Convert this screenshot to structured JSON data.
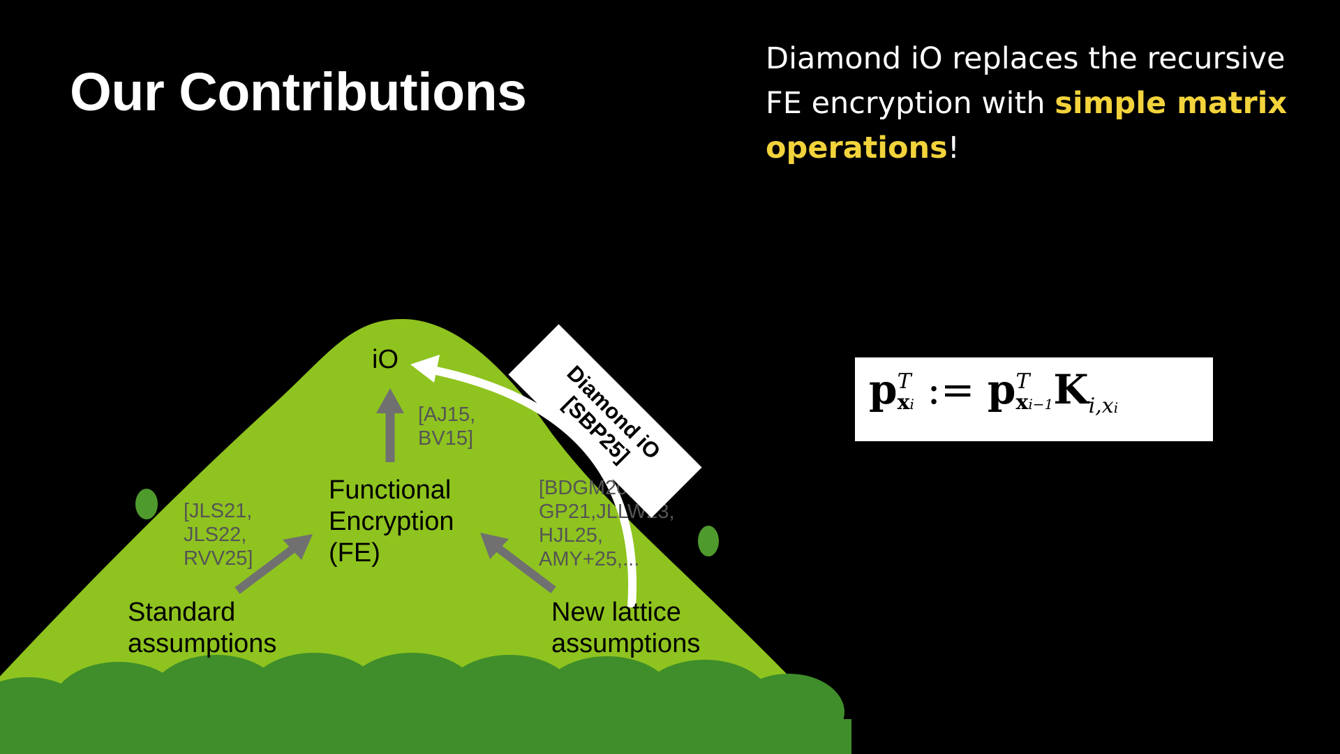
{
  "slide": {
    "title": "Our Contributions",
    "blurb": {
      "line_part1": "Diamond iO replaces the recursive FE encryption with ",
      "highlight": "simple matrix operations",
      "end": "!"
    },
    "colors": {
      "background": "#000000",
      "highlight": "#f2d33b",
      "hill": "#8fc31f",
      "bushes": "#3f8e2b",
      "arrow": "#707070"
    }
  },
  "diagram": {
    "top_node": "iO",
    "middle_node": [
      "Functional",
      "Encryption",
      "(FE)"
    ],
    "left_node": [
      "Standard",
      "assumptions"
    ],
    "right_node": [
      "New lattice",
      "assumptions"
    ],
    "cite_top": [
      "[AJ15,",
      "BV15]"
    ],
    "cite_left": [
      "[JLS21,",
      "JLS22,",
      "RVV25]"
    ],
    "cite_right": [
      "[BDGM20,",
      "GP21,JLLW23,",
      "HJL25,",
      "AMY+25,..."
    ],
    "diamond_tag": [
      "Diamond iO",
      "[SBP25]"
    ]
  },
  "formula": {
    "p": "p",
    "T": "T",
    "sub1": "x",
    "sub1_idx": "i",
    "assign": " := ",
    "sub2_idx": "i−1",
    "K": "K",
    "k_sub": "i,x",
    "k_sub_idx": "i"
  }
}
